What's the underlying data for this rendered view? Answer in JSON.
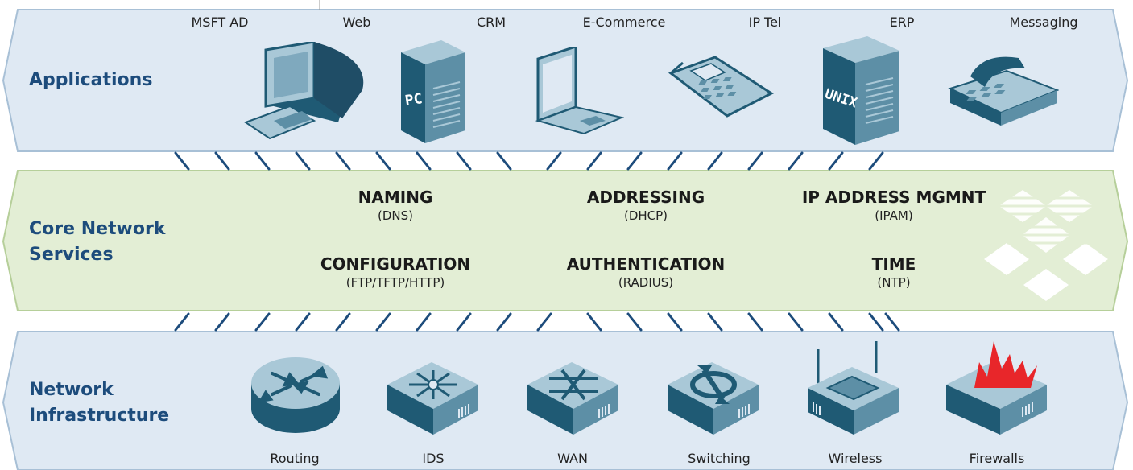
{
  "tiers": {
    "applications": {
      "title": "Applications",
      "items": [
        {
          "label": "MSFT AD",
          "icon": "desktop-computer-icon"
        },
        {
          "label": "Web",
          "icon": "pc-tower-server-icon"
        },
        {
          "label": "CRM",
          "icon": "laptop-icon"
        },
        {
          "label": "E-Commerce",
          "icon": "mobile-phone-icon"
        },
        {
          "label": "IP Tel",
          "icon": "unix-server-icon"
        },
        {
          "label": "ERP",
          "icon": ""
        },
        {
          "label": "Messaging",
          "icon": "desk-phone-icon"
        }
      ],
      "fill": "#dfe9f3"
    },
    "core": {
      "title_line1": "Core Network",
      "title_line2": "Services",
      "services": [
        {
          "name": "NAMING",
          "protocol": "(DNS)"
        },
        {
          "name": "ADDRESSING",
          "protocol": "(DHCP)"
        },
        {
          "name": "IP ADDRESS MGMNT",
          "protocol": "(IPAM)"
        },
        {
          "name": "CONFIGURATION",
          "protocol": "(FTP/TFTP/HTTP)"
        },
        {
          "name": "AUTHENTICATION",
          "protocol": "(RADIUS)"
        },
        {
          "name": "TIME",
          "protocol": "(NTP)"
        }
      ],
      "logo_icon": "diamond-logo-icon",
      "fill": "#e3eed5"
    },
    "infrastructure": {
      "title_line1": "Network",
      "title_line2": "Infrastructure",
      "items": [
        {
          "label": "Routing",
          "icon": "router-icon"
        },
        {
          "label": "IDS",
          "icon": "ids-appliance-icon"
        },
        {
          "label": "WAN",
          "icon": "wan-appliance-icon"
        },
        {
          "label": "Switching",
          "icon": "switch-icon"
        },
        {
          "label": "Wireless",
          "icon": "wireless-ap-icon"
        },
        {
          "label": "Firewalls",
          "icon": "firewall-icon"
        }
      ],
      "fill": "#dfe9f3"
    }
  },
  "colors": {
    "title": "#1d4c7c",
    "connector": "#1d4c7c",
    "icon_dark": "#1f5a74",
    "icon_mid": "#5d8fa6",
    "icon_light": "#a9c8d7",
    "flame": "#e8262a"
  }
}
